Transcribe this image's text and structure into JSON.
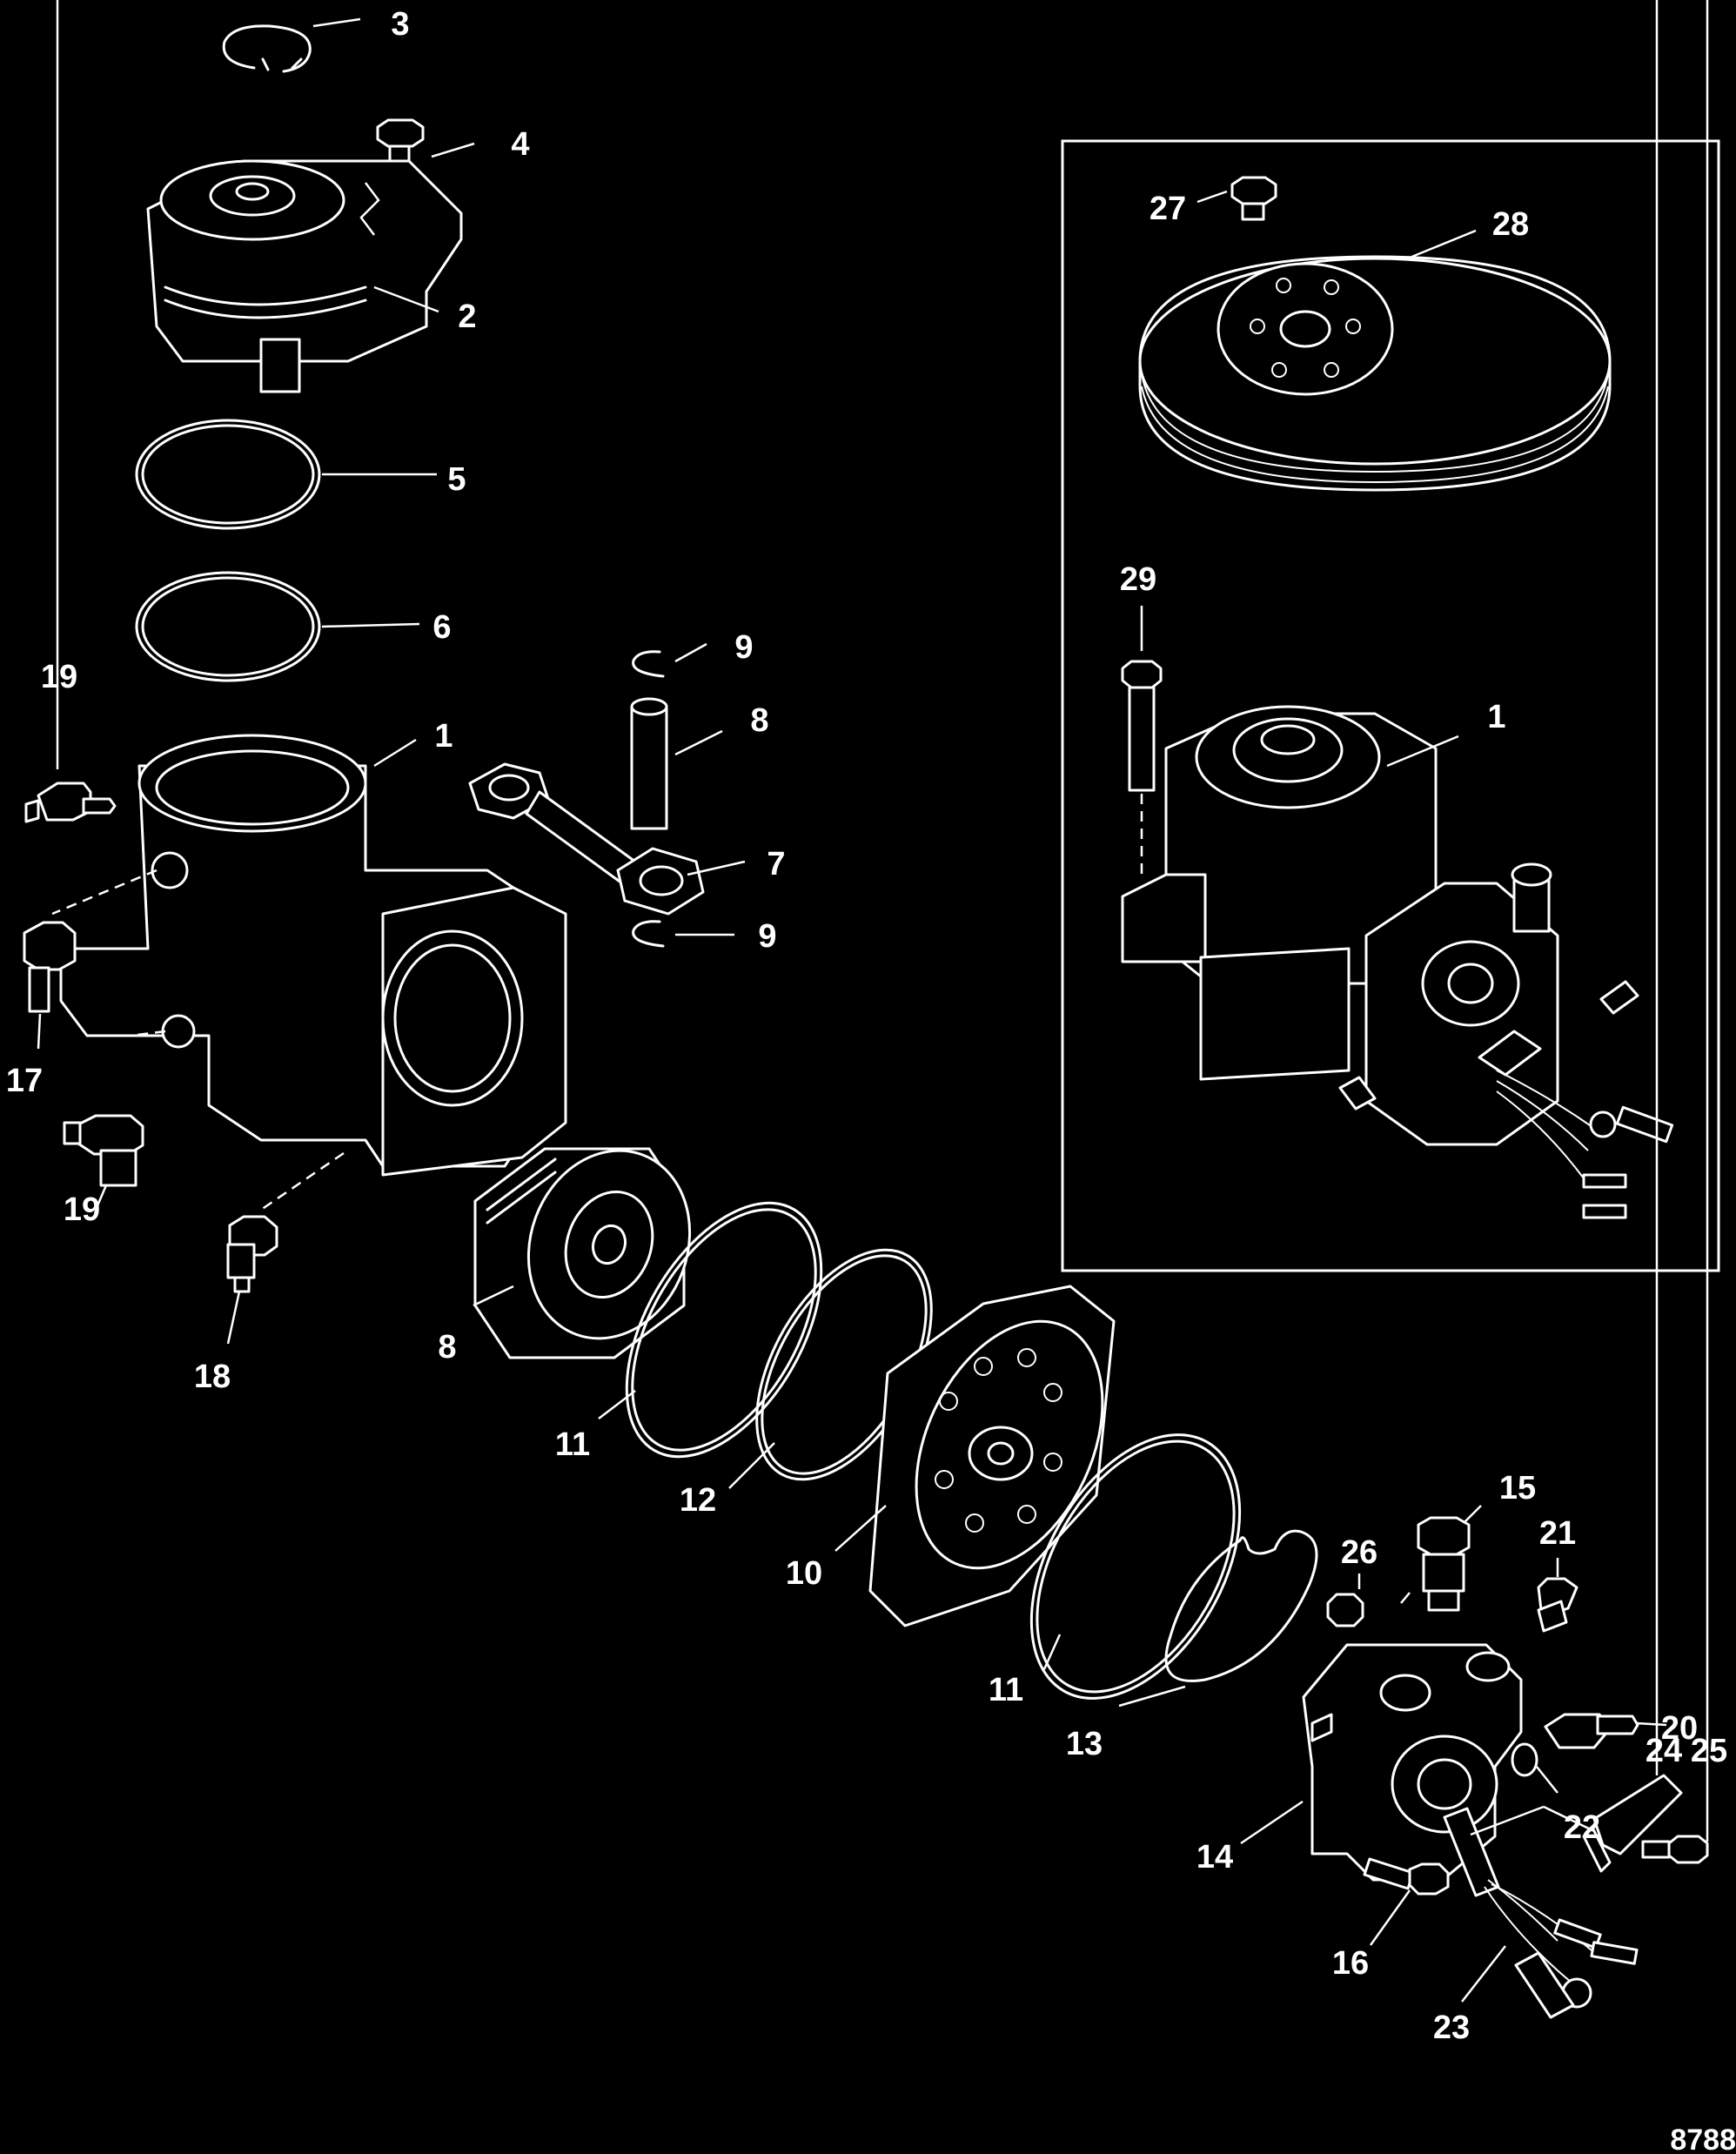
{
  "figure_number": "8788",
  "callouts": {
    "c1a": "1",
    "c1b": "1",
    "c2": "2",
    "c3": "3",
    "c4": "4",
    "c5": "5",
    "c6": "6",
    "c7": "7",
    "c8a": "8",
    "c8b": "8",
    "c9a": "9",
    "c9b": "9",
    "c10": "10",
    "c11a": "11",
    "c11b": "11",
    "c12": "12",
    "c13": "13",
    "c14": "14",
    "c15": "15",
    "c16": "16",
    "c17": "17",
    "c18": "18",
    "c19a": "19",
    "c19b": "19",
    "c20": "20",
    "c21": "21",
    "c22": "22",
    "c23": "23",
    "c24": "24",
    "c25": "25",
    "c26": "26",
    "c27": "27",
    "c28": "28",
    "c29": "29"
  }
}
